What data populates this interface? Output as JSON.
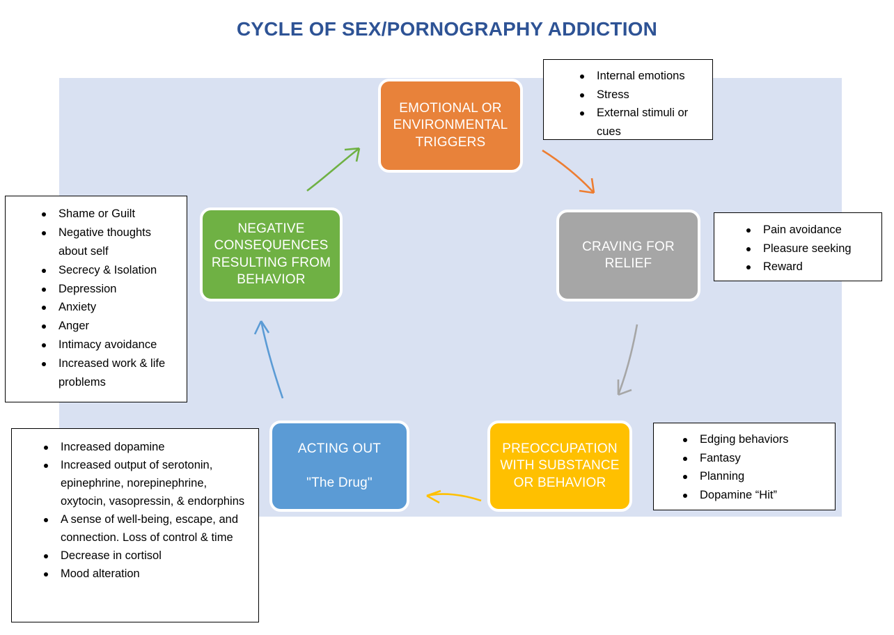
{
  "title": "CYCLE OF SEX/PORNOGRAPHY ADDICTION",
  "colors": {
    "title": "#2E5395",
    "panel_background": "#D9E1F2",
    "triggers": "#E8823A",
    "craving": "#A6A6A6",
    "preoccupation": "#FFC000",
    "acting_out": "#5B9BD5",
    "negative_consequences": "#6FB144",
    "callout_border": "#000000",
    "callout_background": "#FFFFFF"
  },
  "stages": {
    "triggers": {
      "label": "EMOTIONAL OR\nENVIRONMENTAL\nTRIGGERS"
    },
    "craving": {
      "label": "CRAVING FOR\nRELIEF"
    },
    "preoccupation": {
      "label": "PREOCCUPATION\nWITH SUBSTANCE\nOR BEHAVIOR"
    },
    "acting_out": {
      "label": "ACTING OUT\n\n\"The Drug\""
    },
    "negative_consequences": {
      "label": "NEGATIVE\nCONSEQUENCES\nRESULTING FROM\nBEHAVIOR"
    }
  },
  "callouts": {
    "triggers": {
      "items": [
        "Internal emotions",
        "Stress",
        "External stimuli or cues"
      ]
    },
    "craving": {
      "items": [
        "Pain avoidance",
        "Pleasure seeking",
        "Reward"
      ]
    },
    "preoccupation": {
      "items": [
        "Edging behaviors",
        "Fantasy",
        "Planning",
        "Dopamine “Hit”"
      ]
    },
    "acting_out": {
      "items": [
        "Increased dopamine",
        "Increased output of serotonin, epinephrine, norepinephrine, oxytocin, vasopressin, & endorphins",
        "A sense of well-being, escape, and connection. Loss of control & time",
        "Decrease in cortisol",
        "Mood alteration"
      ]
    },
    "negative_consequences": {
      "items": [
        "Shame or Guilt",
        "Negative thoughts about self",
        "Secrecy & Isolation",
        "Depression",
        "Anxiety",
        "Anger",
        "Intimacy avoidance",
        "Increased work & life problems"
      ]
    }
  },
  "arrows": [
    {
      "name": "arrow-consequences-to-triggers",
      "color": "#6FB144",
      "from": "negative-consequences",
      "to": "triggers"
    },
    {
      "name": "arrow-triggers-to-craving",
      "color": "#ED7D31",
      "from": "triggers",
      "to": "craving"
    },
    {
      "name": "arrow-craving-to-preoccupation",
      "color": "#A6A6A6",
      "from": "craving",
      "to": "preoccupation"
    },
    {
      "name": "arrow-preoccupation-to-acting-out",
      "color": "#FFC000",
      "from": "preoccupation",
      "to": "acting-out"
    },
    {
      "name": "arrow-acting-out-to-consequences",
      "color": "#5B9BD5",
      "from": "acting-out",
      "to": "negative-consequences"
    }
  ]
}
